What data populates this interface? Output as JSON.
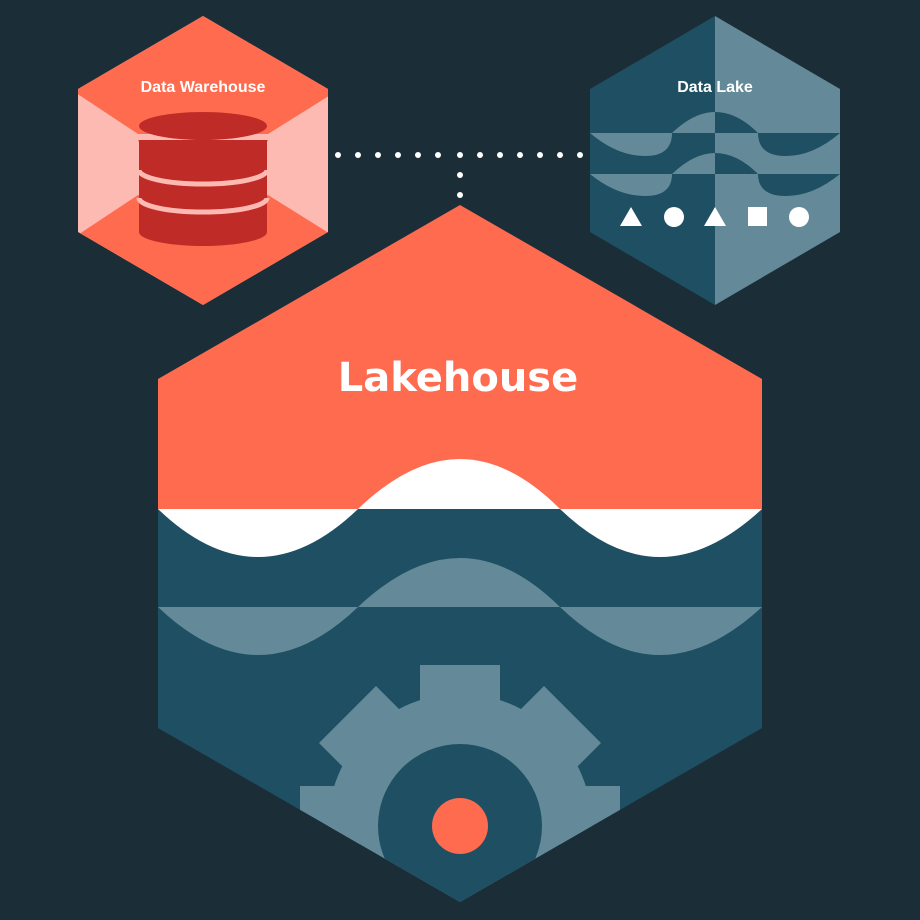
{
  "diagram": {
    "warehouse": {
      "label": "Data Warehouse"
    },
    "lake": {
      "label": "Data Lake"
    },
    "lakehouse": {
      "label": "Lakehouse"
    },
    "colors": {
      "background": "#1b2e38",
      "coral": "#ff6b4f",
      "coral_light": "#fdbab3",
      "dark_red": "#bf2b27",
      "teal": "#1e4f63",
      "teal_light": "#648a99",
      "white": "#ffffff"
    },
    "icons": [
      "database-icon",
      "wave-icon",
      "triangle-icon",
      "circle-icon",
      "square-icon",
      "gear-icon"
    ]
  }
}
